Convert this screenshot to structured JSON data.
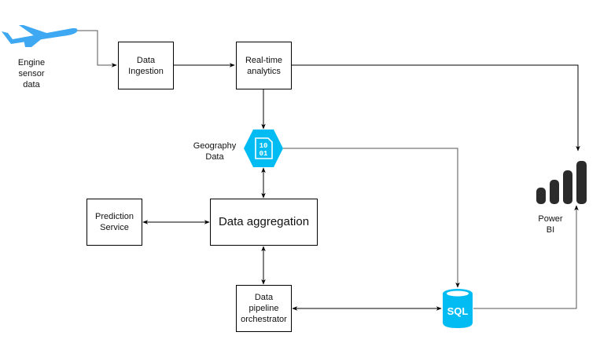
{
  "diagram": {
    "nodes": {
      "engine_sensor": {
        "label": "Engine\nsensor\ndata",
        "icon": "airplane-icon"
      },
      "ingestion": {
        "label": "Data\nIngestion"
      },
      "realtime": {
        "label": "Real-time\nanalytics"
      },
      "geography": {
        "label": "Geography\nData",
        "icon": "binary-data-icon",
        "icon_text": "10\n01"
      },
      "prediction": {
        "label": "Prediction\nService"
      },
      "aggregation": {
        "label": "Data aggregation"
      },
      "orchestrator": {
        "label": "Data\npipeline\norchestrator"
      },
      "sql": {
        "label": "SQL",
        "icon": "sql-database-icon"
      },
      "powerbi": {
        "label": "Power\nBI",
        "icon": "power-bi-icon"
      }
    },
    "edges": [
      {
        "from": "engine_sensor",
        "to": "ingestion",
        "direction": "forward"
      },
      {
        "from": "ingestion",
        "to": "realtime",
        "direction": "forward"
      },
      {
        "from": "realtime",
        "to": "geography",
        "direction": "forward"
      },
      {
        "from": "realtime",
        "to": "powerbi",
        "direction": "forward"
      },
      {
        "from": "geography",
        "to": "aggregation",
        "direction": "both"
      },
      {
        "from": "geography",
        "to": "sql",
        "direction": "forward"
      },
      {
        "from": "prediction",
        "to": "aggregation",
        "direction": "both"
      },
      {
        "from": "aggregation",
        "to": "orchestrator",
        "direction": "both"
      },
      {
        "from": "sql",
        "to": "orchestrator",
        "direction": "both"
      },
      {
        "from": "sql",
        "to": "powerbi",
        "direction": "forward"
      }
    ],
    "colors": {
      "azure_blue": "#00bcf2",
      "airplane_blue": "#3ea8f2",
      "powerbi_dark": "#2b2b2b",
      "line": "#000000"
    }
  }
}
